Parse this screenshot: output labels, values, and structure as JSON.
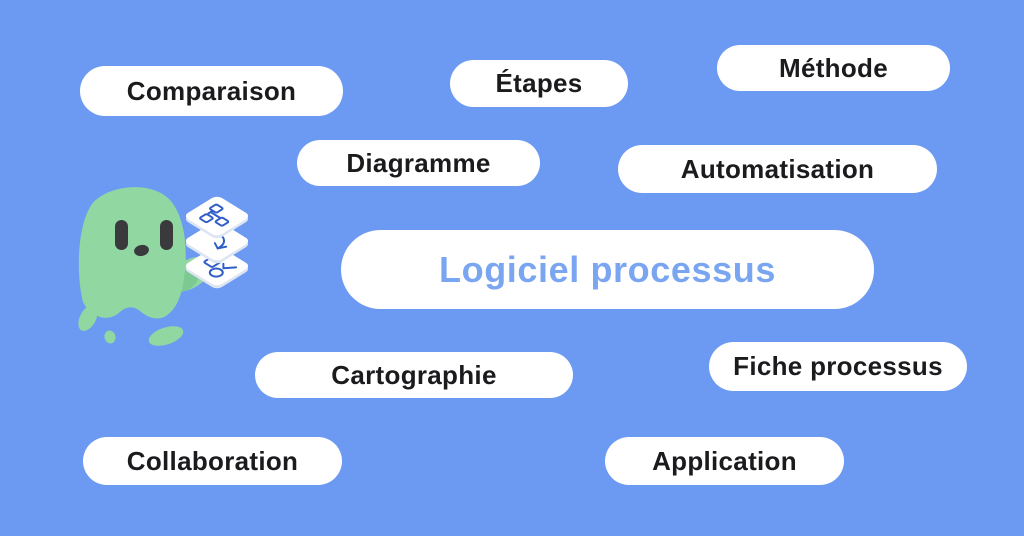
{
  "banner": {
    "background_color": "#6C9AF2",
    "pill_background": "#FFFFFF",
    "tag_text_color": "#1B1B1E",
    "center_text_color": "#7AA6F1"
  },
  "center": {
    "label": "Logiciel processus"
  },
  "tags": [
    {
      "id": "comparaison",
      "label": "Comparaison"
    },
    {
      "id": "etapes",
      "label": "Étapes"
    },
    {
      "id": "methode",
      "label": "Méthode"
    },
    {
      "id": "diagramme",
      "label": "Diagramme"
    },
    {
      "id": "automatisation",
      "label": "Automatisation"
    },
    {
      "id": "cartographie",
      "label": "Cartographie"
    },
    {
      "id": "fiche-processus",
      "label": "Fiche processus"
    },
    {
      "id": "collaboration",
      "label": "Collaboration"
    },
    {
      "id": "application",
      "label": "Application"
    }
  ],
  "mascot": {
    "name": "green-ghost-mascot",
    "body_color": "#90D7A2",
    "body_shade_color": "#7CC993",
    "eye_color": "#3A3A3C",
    "cards": [
      "flowchart-card",
      "arrow-card",
      "shapes-check-card"
    ],
    "card_face_color": "#FFFFFF",
    "card_shade_color": "#DDE5F2",
    "card_glyph_color": "#2F5EC8"
  }
}
